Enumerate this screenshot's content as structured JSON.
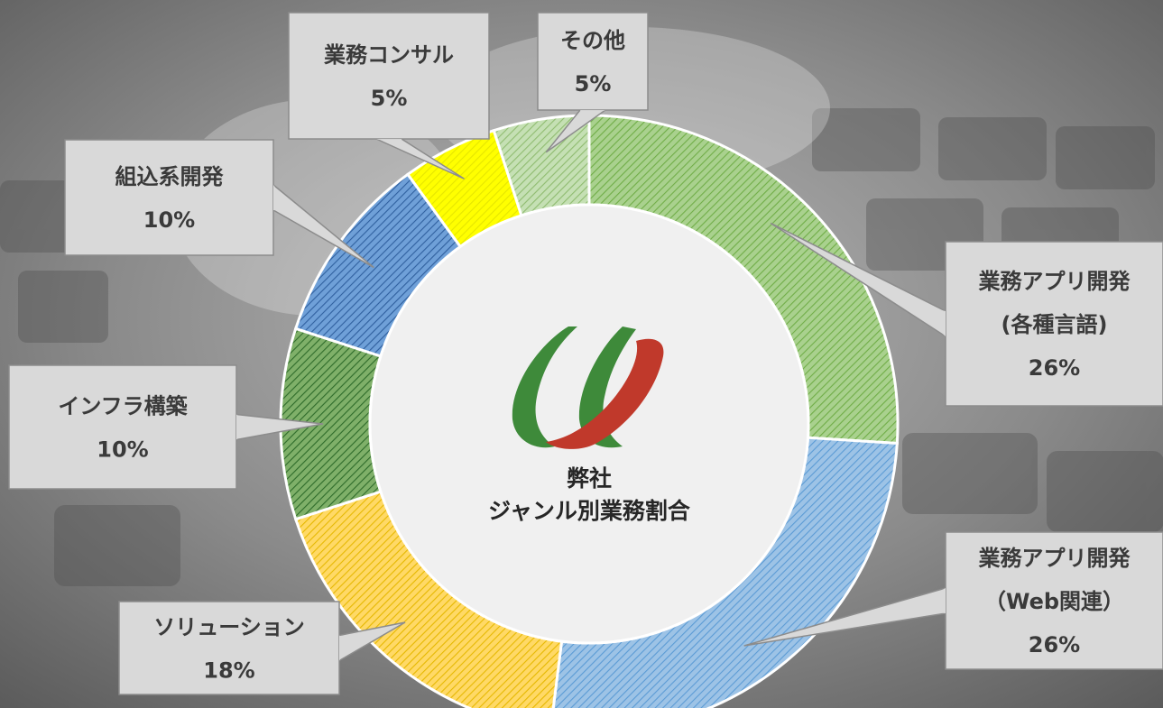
{
  "center_title": [
    "弊社",
    "ジャンル別業務割合"
  ],
  "logo_icon": "company-logo-icon",
  "colors": {
    "background_dark": "#6e6e6e",
    "center_disc": "#f0f0f0",
    "callout_fill": "#d9d9d9",
    "callout_stroke": "#8c8c8c",
    "text": "#3a3a3a",
    "logo_green": "#3e8a3a",
    "logo_red": "#c0392b"
  },
  "chart_data": {
    "type": "pie",
    "style": "donut",
    "legend": "none",
    "title": "弊社 ジャンル別業務割合",
    "slices": [
      {
        "lines": [
          "業務アプリ開発",
          "(各種言語)"
        ],
        "value": 26,
        "label": "26%",
        "color": "#a9d18e",
        "hatch": "#70ad47"
      },
      {
        "lines": [
          "業務アプリ開発",
          "（Web関連）"
        ],
        "value": 26,
        "label": "26%",
        "color": "#9dc3e6",
        "hatch": "#5b9bd5"
      },
      {
        "lines": [
          "ソリューション"
        ],
        "value": 18,
        "label": "18%",
        "color": "#ffd966",
        "hatch": "#e6b800"
      },
      {
        "lines": [
          "インフラ構築"
        ],
        "value": 10,
        "label": "10%",
        "color": "#7fb069",
        "hatch": "#2e6b2a"
      },
      {
        "lines": [
          "組込系開発"
        ],
        "value": 10,
        "label": "10%",
        "color": "#6fa0d8",
        "hatch": "#2f5f9e"
      },
      {
        "lines": [
          "業務コンサル"
        ],
        "value": 5,
        "label": "5%",
        "color": "#ffff00",
        "hatch": "#e6e600"
      },
      {
        "lines": [
          "その他"
        ],
        "value": 5,
        "label": "5%",
        "color": "#c5e0b4",
        "hatch": "#8fbc70"
      }
    ]
  }
}
